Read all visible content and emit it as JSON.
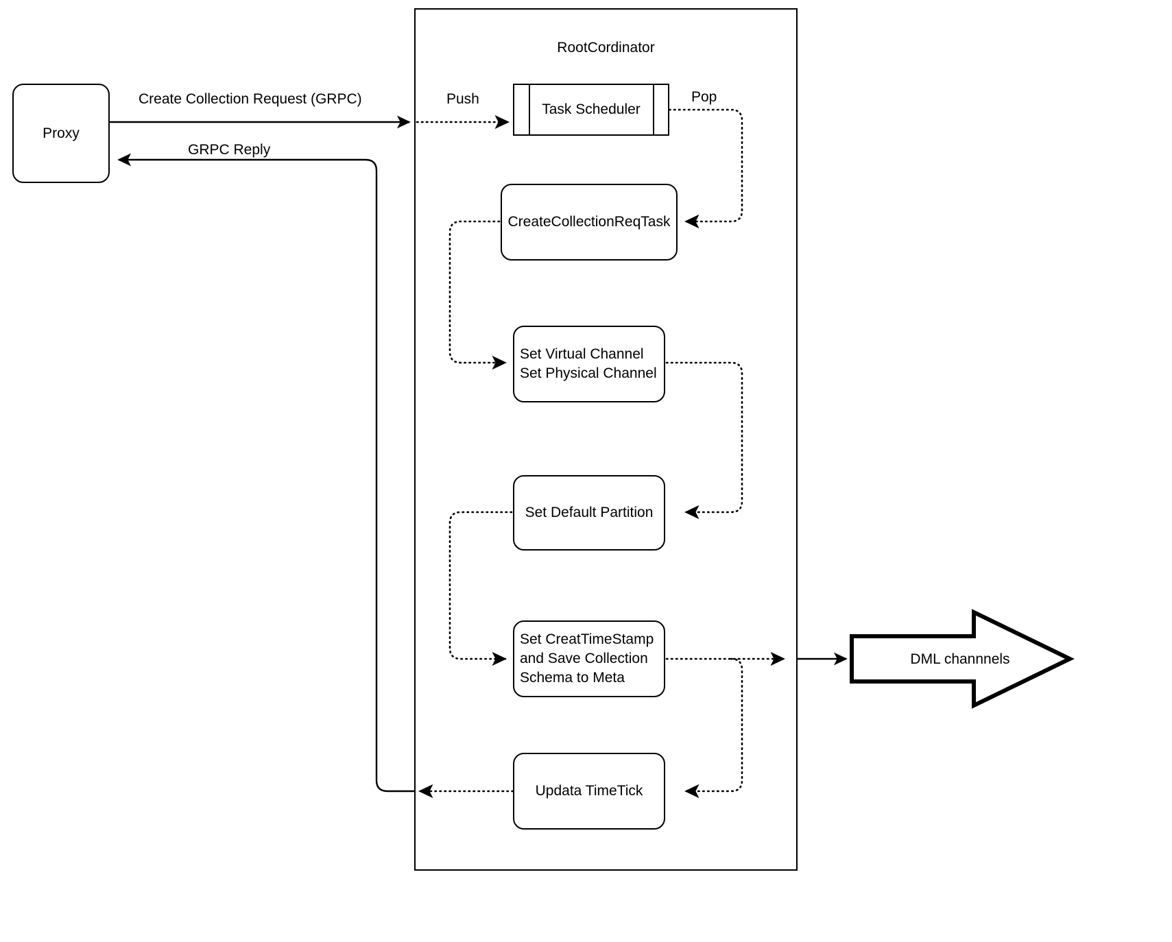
{
  "diagram": {
    "title_text": "RootCordinator",
    "nodes": {
      "proxy": {
        "label": "Proxy"
      },
      "root_coordinator": {
        "label": "RootCordinator"
      },
      "task_scheduler": {
        "label": "Task Scheduler"
      },
      "create_collection_req_task": {
        "label": "CreateCollectionReqTask"
      },
      "set_channels": {
        "line1": "Set Virtual Channel",
        "line2": "Set Physical Channel"
      },
      "set_default_partition": {
        "label": "Set Default Partition"
      },
      "set_creat_timestamp": {
        "line1": "Set CreatTimeStamp",
        "line2": "and Save Collection",
        "line3": "Schema to Meta"
      },
      "updata_timetick": {
        "label": "Updata TimeTick"
      },
      "dml_channels": {
        "label": "DML channnels"
      }
    },
    "edges": {
      "create_collection_request": {
        "label": "Create Collection Request (GRPC)"
      },
      "grpc_reply": {
        "label": "GRPC Reply"
      },
      "push": {
        "label": "Push"
      },
      "pop": {
        "label": "Pop"
      }
    },
    "colors": {
      "stroke": "#000000",
      "fill": "#ffffff",
      "text": "#000000"
    }
  }
}
